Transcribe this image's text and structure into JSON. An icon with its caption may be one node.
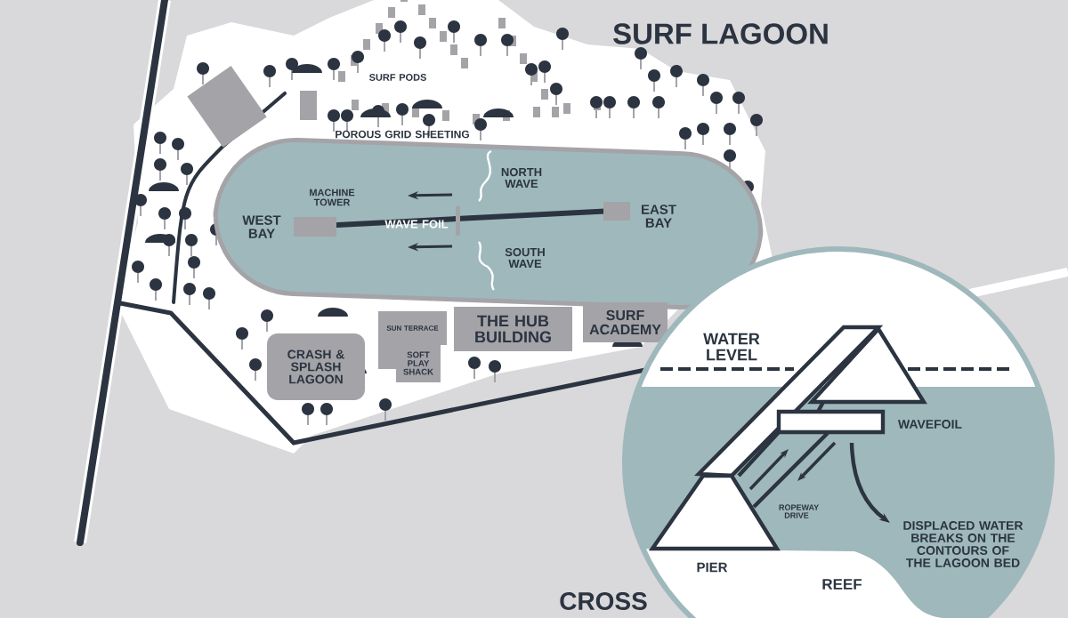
{
  "diagram": {
    "title": "SURF LAGOON",
    "nodes": [
      {
        "text": [
          "SUN TERRACE"
        ]
      },
      {
        "text": [
          "THE HUB BUILDING"
        ]
      },
      {
        "text": [
          "SURF ACADEMY"
        ]
      },
      {
        "text": [
          "SOFT PLAY SHACK"
        ]
      },
      {
        "text": [
          "CRASH & SPLASH LAGOON"
        ]
      }
    ],
    "labels": [
      "SURF PODS",
      "POROUS GRID SHEETING",
      "MACHINE TOWER",
      "WEST BAY",
      "WAVE FOIL",
      "NORTH WAVE",
      "SOUTH WAVE",
      "EAST BAY",
      "WATER LEVEL",
      "WAVEFOIL",
      "ROPEWAY DRIVE",
      "DISPLACED WATER BREAKS ON THE CONTOURS OF THE LAGOON BED",
      "PIER",
      "REEF",
      "CROSS"
    ]
  }
}
